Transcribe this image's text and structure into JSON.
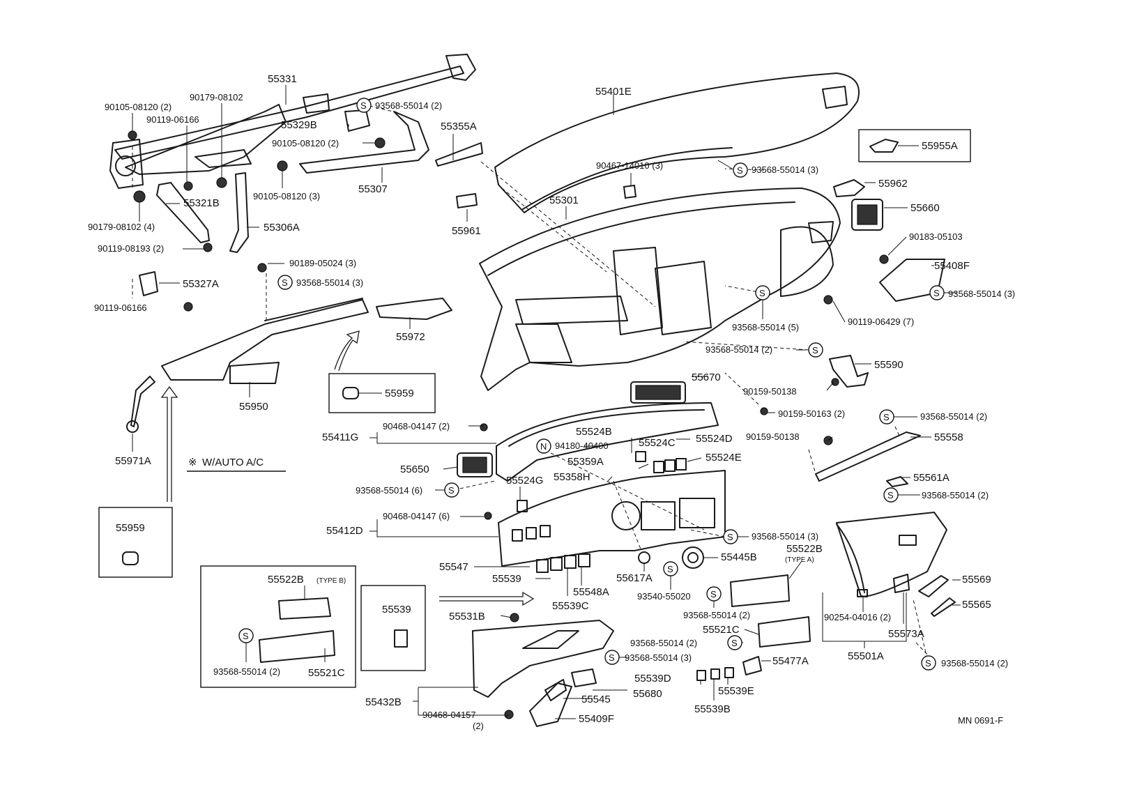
{
  "diagram": {
    "doc_code": "MN  0691-F",
    "note_symbol": "※",
    "note_text": "W/AUTO  A/C",
    "s_marker": "S",
    "n_marker": "N",
    "labels": {
      "p55331": "55331",
      "p90105_08120_2a": "90105-08120 (2)",
      "p90179_08102": "90179-08102",
      "p90119_06166a": "90119-06166",
      "p93568_55014_2a": "93568-55014 (2)",
      "p55329B": "55329B",
      "p90105_08120_2b": "90105-08120 (2)",
      "p90105_08120_3": "90105-08120 (3)",
      "p55307": "55307",
      "p55321B": "55321B",
      "p90179_08102_4": "90179-08102 (4)",
      "p90119_08193_2": "90119-08193 (2)",
      "p55306A": "55306A",
      "p90189_05024_3": "90189-05024 (3)",
      "p93568_55014_3a": "93568-55014 (3)",
      "p55327A": "55327A",
      "p90119_06166b": "90119-06166",
      "p55972": "55972",
      "p55950": "55950",
      "p55959a": "55959",
      "p55971A": "55971A",
      "p55959b": "55959",
      "p55401E": "55401E",
      "p55355A": "55355A",
      "p55961": "55961",
      "p90467_14010_3": "90467-14010 (3)",
      "p93568_55014_3b": "93568-55014 (3)",
      "p55301": "55301",
      "p55955A": "55955A",
      "p55962": "55962",
      "p55660": "55660",
      "p90183_05103": "90183-05103",
      "p55408F": "55408F",
      "p93568_55014_3c": "93568-55014 (3)",
      "p93568_55014_5": "93568-55014 (5)",
      "p90119_06429_7": "90119-06429 (7)",
      "p93568_55014_2b": "93568-55014 (2)",
      "p55590": "55590",
      "p55670": "55670",
      "p90159_50138a": "90159-50138",
      "p90159_50163_2": "90159-50163 (2)",
      "p93568_55014_2c": "93568-55014 (2)",
      "p90159_50138b": "90159-50138",
      "p55558": "55558",
      "p55411G": "55411G",
      "p90468_04147_2": "90468-04147 (2)",
      "p55524B": "55524B",
      "p94180_40400": "94180-40400",
      "p55524C": "55524C",
      "p55524D": "55524D",
      "p55359A": "55359A",
      "p55524E": "55524E",
      "p55650": "55650",
      "p55358H": "55358H",
      "p55524G": "55524G",
      "p93568_55014_6": "93568-55014 (6)",
      "p55561A": "55561A",
      "p93568_55014_2d": "93568-55014 (2)",
      "p55412D": "55412D",
      "p90468_04147_6": "90468-04147 (6)",
      "p93568_55014_3d": "93568-55014 (3)",
      "p55445B": "55445B",
      "p55522B_a": "55522B",
      "p_type_a": "(TYPE A)",
      "p55547": "55547",
      "p55539a": "55539",
      "p55617A": "55617A",
      "p55548A": "55548A",
      "p93540_55020": "93540-55020",
      "p55539C": "55539C",
      "p55569": "55569",
      "p55522B_b": "55522B",
      "p_type_b": "(TYPE B)",
      "p55539b": "55539",
      "p55531B": "55531B",
      "p93568_55014_2e": "93568-55014 (2)",
      "p55521C_a": "55521C",
      "p55565": "55565",
      "p90254_04016_2": "90254-04016 (2)",
      "p55573A": "55573A",
      "p93568_55014_2f": "93568-55014 (2)",
      "p93568_55014_3e": "93568-55014 (3)",
      "p93568_55014_2g": "93568-55014 (2)",
      "p55521C_b": "55521C",
      "p55539D": "55539D",
      "p55477A": "55477A",
      "p55501A": "55501A",
      "p93568_55014_2h": "93568-55014 (2)",
      "p55432B": "55432B",
      "p55680": "55680",
      "p55545": "55545",
      "p55539E": "55539E",
      "p55539B": "55539B",
      "p90468_04157": "90468-04157",
      "p_qty2": "(2)",
      "p55409F": "55409F"
    }
  }
}
